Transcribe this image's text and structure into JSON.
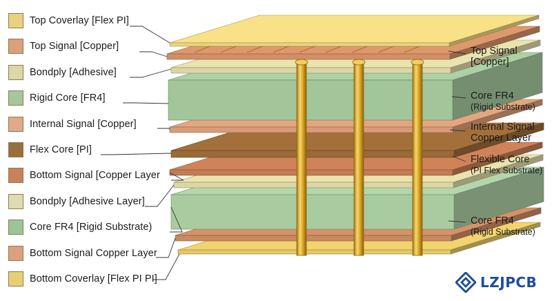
{
  "legend": {
    "items": [
      {
        "label": "Top Coverlay [Flex PI]",
        "color": "#e8d27c"
      },
      {
        "label": "Top Signal [Copper]",
        "color": "#d9a07a"
      },
      {
        "label": "Bondply [Adhesive]",
        "color": "#dbd7a6"
      },
      {
        "label": "Rigid Core [FR4]",
        "color": "#a6c69b"
      },
      {
        "label": "Internal Signal [Copper]",
        "color": "#e0a987"
      },
      {
        "label": "Flex Core [PI]",
        "color": "#9a6d3c"
      },
      {
        "label": "Bottom Signal [Copper Layer",
        "color": "#c7825a"
      },
      {
        "label": "Bondply [Adhesive Layer]",
        "color": "#e0dbb0"
      },
      {
        "label": "Core FR4 [Rigid Substrate)",
        "color": "#9cc49a"
      },
      {
        "label": "Bottom Signal Copper Layer",
        "color": "#dca07e"
      },
      {
        "label": "Bottom Coverlay [Flex PI PI]",
        "color": "#e8cf73"
      }
    ]
  },
  "right_labels": [
    {
      "line1": "Top Signal",
      "line2": "[Copper]"
    },
    {
      "line1": "Core FR4",
      "line2": "(Rigid Substrate)"
    },
    {
      "line1": "Internal Signal",
      "line2": "Copper Layer"
    },
    {
      "line1": "Flexible Core",
      "line2": "(PI Flex Substrate)"
    },
    {
      "line1": "Core FR4",
      "line2": "(Rigid Substrate)"
    }
  ],
  "logo": {
    "text": "LZJPCB",
    "color": "#1d4da0"
  }
}
